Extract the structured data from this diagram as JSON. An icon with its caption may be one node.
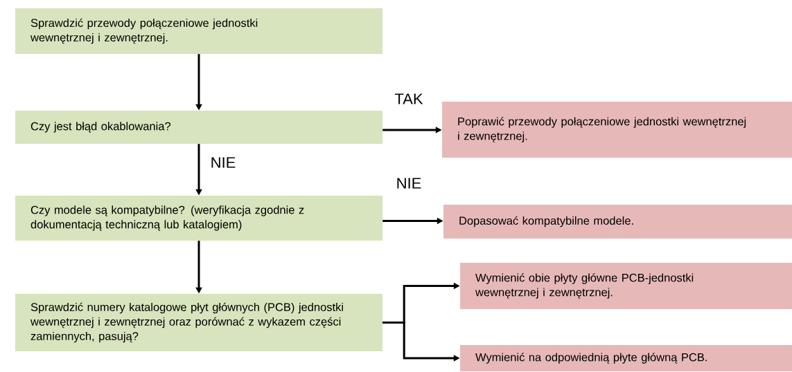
{
  "diagram": {
    "nodes": [
      {
        "text": [
          "Sprawdzić przewody połączeniowe jednostki wewnętrznej i zewnętrznej."
        ]
      },
      {
        "text": [
          "Czy jest błąd okablowania?"
        ]
      },
      {
        "text": [
          "Poprawić przewody połączeniowe jednostki wewnętrznej i zewnętrznej."
        ]
      },
      {
        "text": [
          "Czy modele są kompatybilne? (weryfikacja zgodnie z dokumentacją techniczną lub katalogiem)"
        ]
      },
      {
        "text": [
          "Dopasować kompatybilne modele."
        ]
      },
      {
        "text": [
          "Sprawdzić numery katalogowe płyt głównych (PCB) jednostki wewnętrznej i zewnętrznej oraz porównać z wykazem części zamiennych, pasują?"
        ]
      },
      {
        "text": [
          "Wymienić obie płyty główne PCB-jednostki wewnętrznej i zewnętrznej."
        ]
      },
      {
        "text": [
          "Wymienić na odpowiednią płyte główną PCB."
        ]
      }
    ],
    "edges": [
      {
        "from": 0,
        "to": 1,
        "arrow": "to"
      },
      {
        "from": 1,
        "to": 2,
        "arrow": "to",
        "label": "TAK"
      },
      {
        "from": 1,
        "to": 3,
        "arrow": "to",
        "label": "NIE"
      },
      {
        "from": 3,
        "to": 4,
        "arrow": "to",
        "label": "NIE"
      },
      {
        "from": 3,
        "to": 5,
        "arrow": "to"
      },
      {
        "from": 5,
        "to": 6,
        "arrow": "to"
      },
      {
        "from": 5,
        "to": 7,
        "arrow": "to"
      }
    ]
  }
}
